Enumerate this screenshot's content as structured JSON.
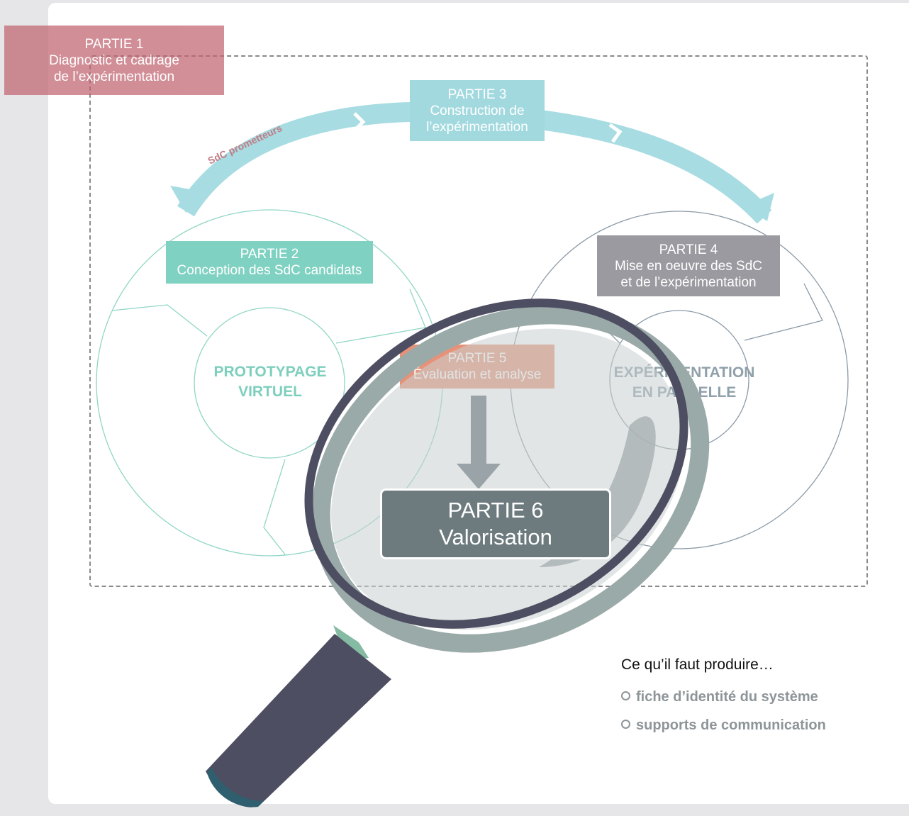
{
  "parts": {
    "p1": {
      "title": "PARTIE 1",
      "line1": "Diagnostic et cadrage",
      "line2": "de l’expérimentation"
    },
    "p2": {
      "title": "PARTIE 2",
      "line1": "Conception des SdC candidats"
    },
    "p3": {
      "title": "PARTIE 3",
      "line1": "Construction de",
      "line2": "l’expérimentation"
    },
    "p4": {
      "title": "PARTIE 4",
      "line1": "Mise en oeuvre des SdC",
      "line2": "et de l’expérimentation"
    },
    "p5": {
      "title": "PARTIE 5",
      "line1": "Évaluation et analyse"
    },
    "p6": {
      "title": "PARTIE 6",
      "line1": "Valorisation"
    }
  },
  "cycles": {
    "left": {
      "line1": "PROTOTYPAGE",
      "line2": "VIRTUEL"
    },
    "right": {
      "line1": "EXPÉRIMENTATION",
      "line2": "EN PARCELLE"
    }
  },
  "arc_label": "SdC prometteurs",
  "production": {
    "title": "Ce qu’il faut produire…",
    "items": [
      "fiche d’identité du système",
      "supports de communication"
    ]
  },
  "colors": {
    "p1": "#c06470",
    "p2": "#7fd1c1",
    "p3": "#a2d9df",
    "p4": "#9b9aa0",
    "p5": "#e79278",
    "p6": "#6e7b7e",
    "magnifier_rim": "#4e4e62",
    "magnifier_lens": "#9aaaa8"
  },
  "icons": [
    "magnifying-glass-icon",
    "down-arrow-icon",
    "bullet-circle-icon"
  ]
}
